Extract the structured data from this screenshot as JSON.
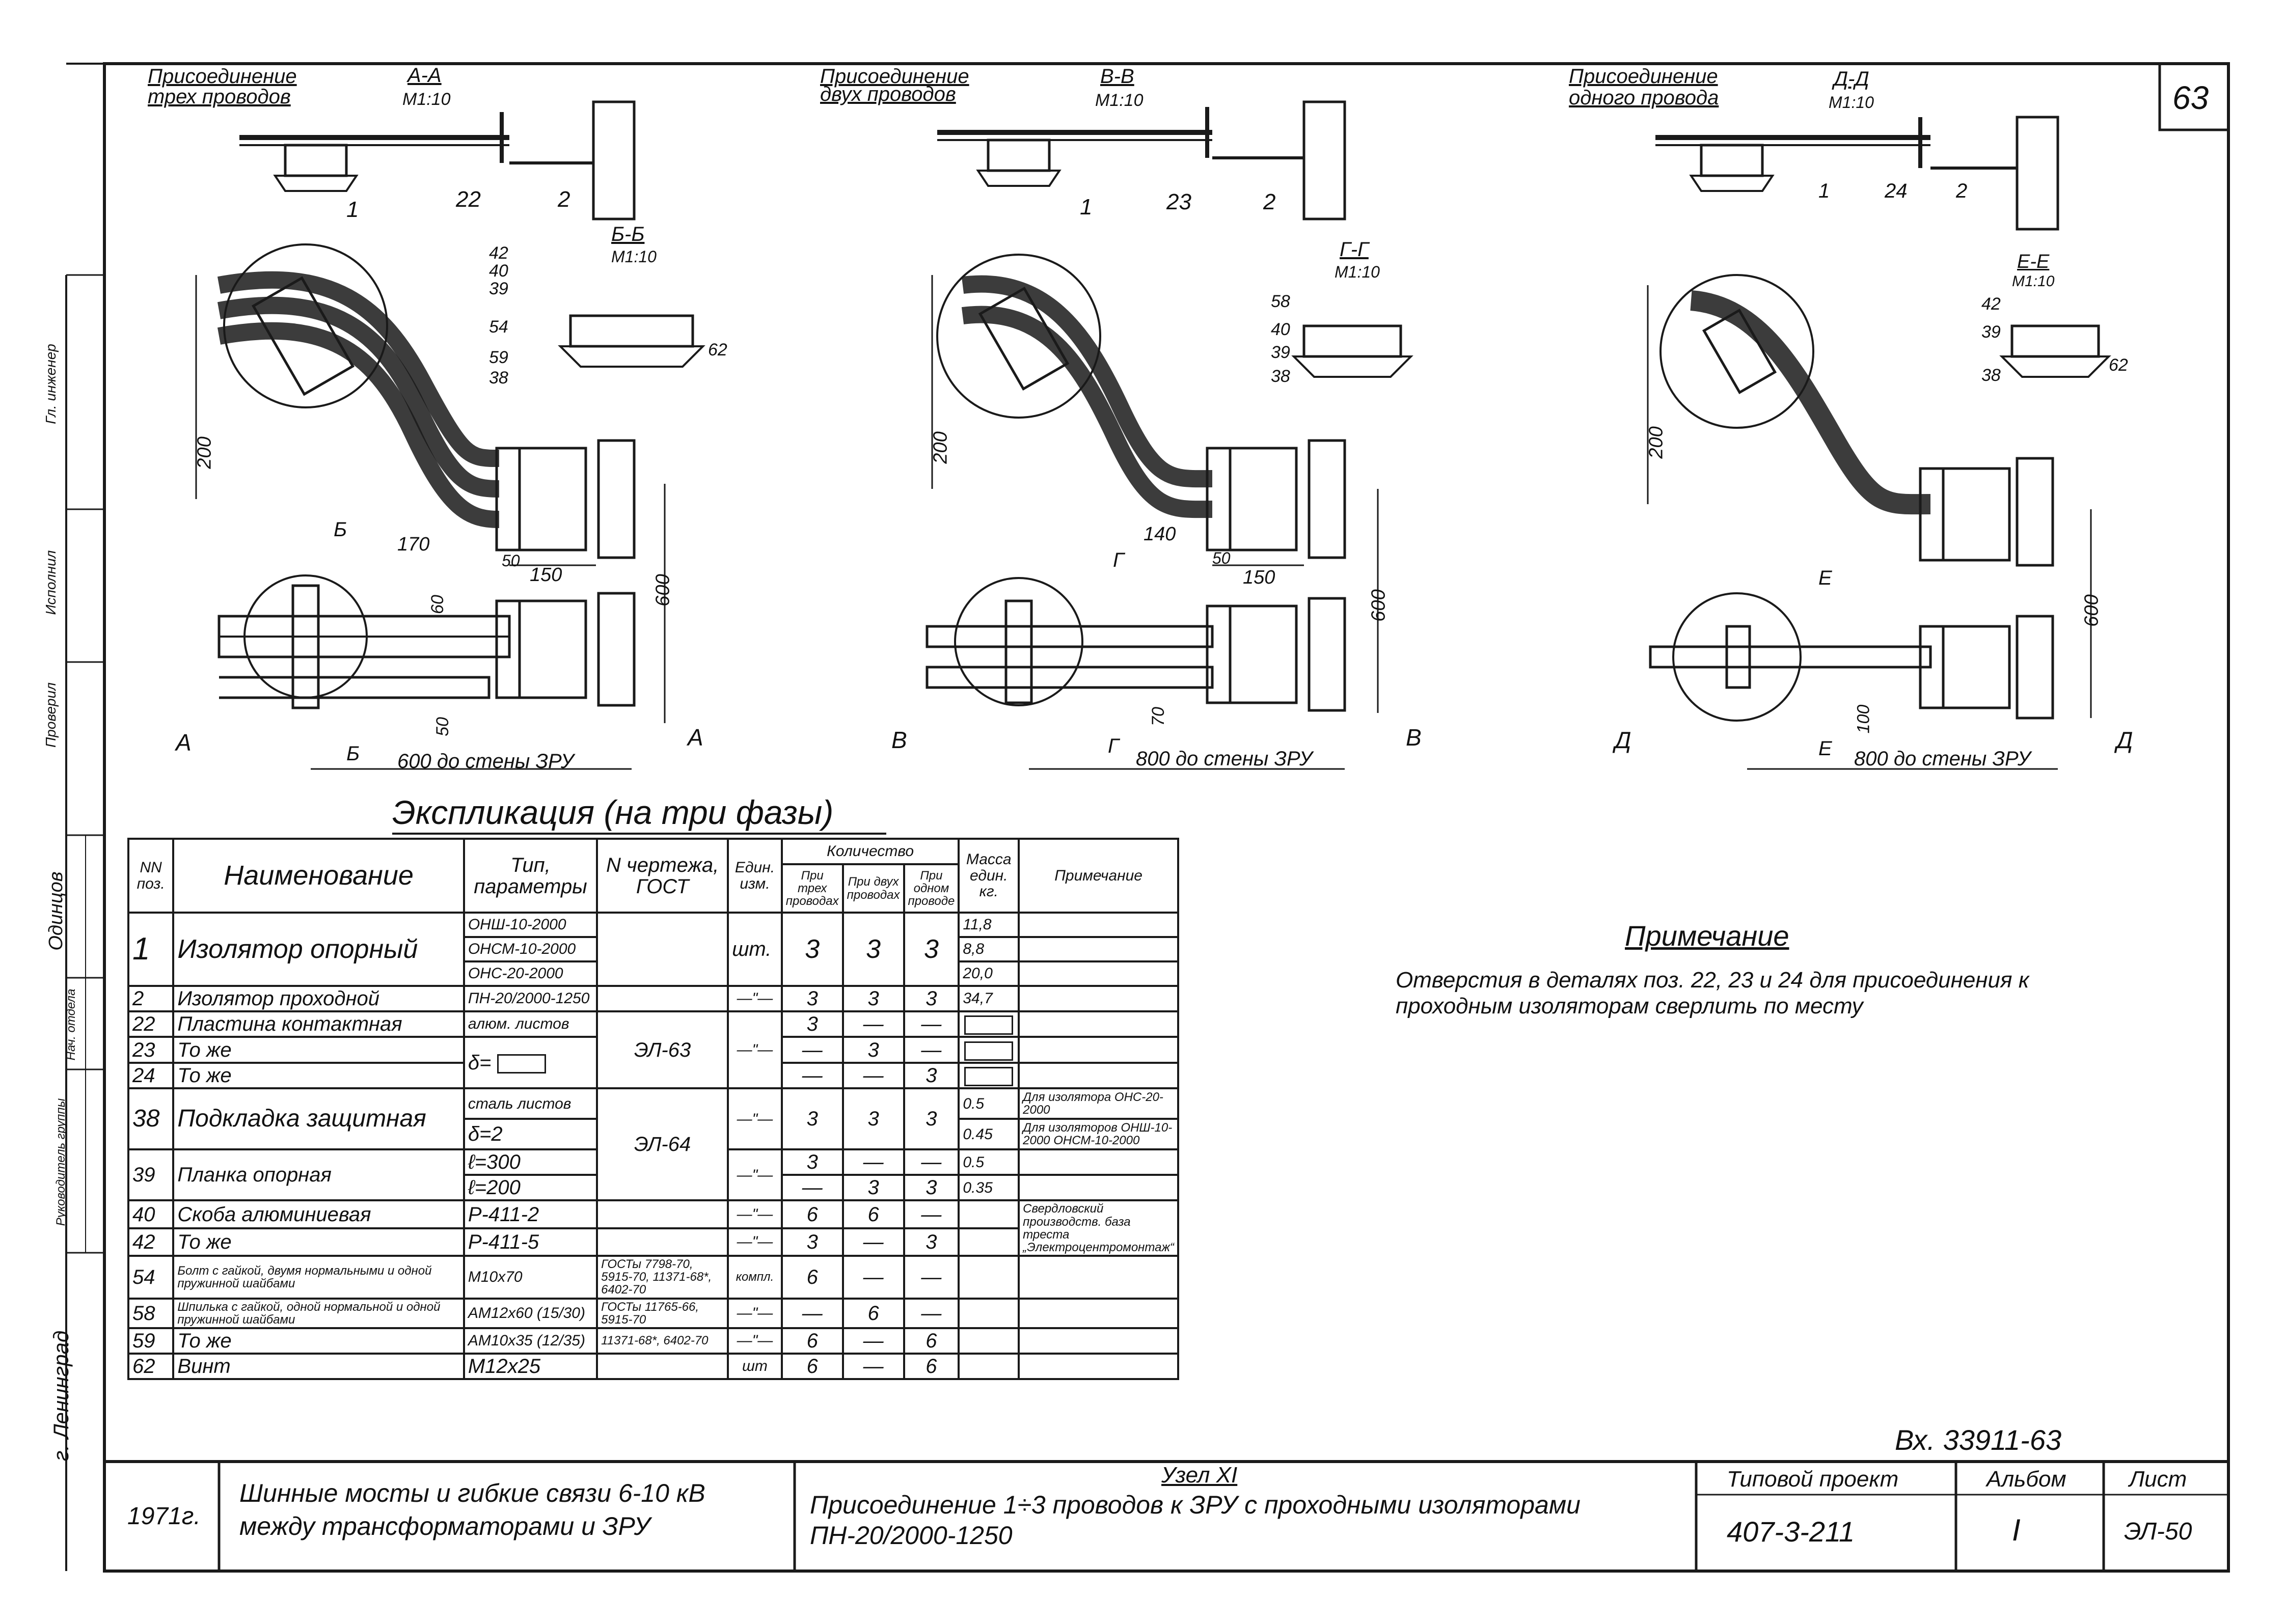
{
  "sheet_corner_number": "63",
  "views": [
    {
      "title_line1": "Присоединение",
      "title_line2": "трех проводов",
      "section": "А-А",
      "scale": "М1:10",
      "section2": "Б-Б",
      "scale2": "М1:10",
      "callouts_top": [
        "1",
        "22",
        "2"
      ],
      "callouts_mid": [
        "42",
        "40",
        "39",
        "54",
        "59",
        "38",
        "62"
      ],
      "dims": [
        "200",
        "170",
        "50",
        "150",
        "60",
        "600",
        "50"
      ],
      "corners": [
        "А",
        "А",
        "Б",
        "Б"
      ],
      "bottom_label": "600 до стены ЗРУ"
    },
    {
      "title_line1": "Присоединение",
      "title_line2": "двух проводов",
      "section": "В-В",
      "scale": "М1:10",
      "section2": "Г-Г",
      "scale2": "М1:10",
      "callouts_top": [
        "1",
        "23",
        "2"
      ],
      "callouts_mid": [
        "58",
        "40",
        "39",
        "38"
      ],
      "dims": [
        "200",
        "140",
        "50",
        "150",
        "600",
        "70"
      ],
      "corners": [
        "В",
        "В",
        "Г",
        "Г"
      ],
      "bottom_label": "800 до стены ЗРУ"
    },
    {
      "title_line1": "Присоединение",
      "title_line2": "одного провода",
      "section": "Д-Д",
      "scale": "М1:10",
      "section2": "Е-Е",
      "scale2": "М1:10",
      "callouts_top": [
        "1",
        "24",
        "2"
      ],
      "callouts_mid": [
        "42",
        "39",
        "38",
        "62"
      ],
      "dims": [
        "200",
        "600",
        "100"
      ],
      "corners": [
        "Д",
        "Д",
        "Е",
        "Е"
      ],
      "bottom_label": "800 до стены ЗРУ"
    }
  ],
  "explication": {
    "title": "Экспликация (на три фазы)",
    "headers": {
      "num": "NN поз.",
      "name": "Наименование",
      "type": "Тип, параметры",
      "drawing": "N чертежа, ГОСТ",
      "unit": "Един. изм.",
      "qty": "Количество",
      "qty3": "При трех проводах",
      "qty2": "При двух проводах",
      "qty1": "При одном проводе",
      "mass": "Масса един. кг.",
      "note": "Примечание"
    },
    "rows": [
      {
        "num": "1",
        "name": "Изолятор опорный",
        "types": [
          "ОНШ-10-2000",
          "ОНСМ-10-2000",
          "ОНС-20-2000"
        ],
        "drawing": "",
        "unit": "шт.",
        "q3": "3",
        "q2": "3",
        "q1": "3",
        "masses": [
          "11,8",
          "8,8",
          "20,0"
        ],
        "note": ""
      },
      {
        "num": "2",
        "name": "Изолятор проходной",
        "types": [
          "ПН-20/2000-1250"
        ],
        "drawing": "",
        "unit": "—\"—",
        "q3": "3",
        "q2": "3",
        "q1": "3",
        "masses": [
          "34,7"
        ],
        "note": ""
      },
      {
        "num": "22",
        "name": "Пластина контактная",
        "types": [
          "алюм. листов"
        ],
        "drawing": "ЭЛ-63",
        "unit": "—\"—",
        "q3": "3",
        "q2": "—",
        "q1": "—",
        "masses": [
          ""
        ],
        "note": ""
      },
      {
        "num": "23",
        "name": "То же",
        "types": [
          "δ="
        ],
        "drawing": "",
        "unit": "",
        "q3": "—",
        "q2": "3",
        "q1": "—",
        "masses": [
          ""
        ],
        "note": ""
      },
      {
        "num": "24",
        "name": "То же",
        "types": [
          ""
        ],
        "drawing": "",
        "unit": "",
        "q3": "—",
        "q2": "—",
        "q1": "3",
        "masses": [
          ""
        ],
        "note": ""
      },
      {
        "num": "38",
        "name": "Подкладка защитная",
        "types": [
          "сталь листов",
          "δ=2"
        ],
        "drawing": "ЭЛ-64",
        "unit": "—\"—",
        "q3": "3",
        "q2": "3",
        "q1": "3",
        "masses": [
          "0.5",
          "0.45"
        ],
        "notes": [
          "Для изолятора ОНС-20-2000",
          "Для изоляторов ОНШ-10-2000 ОНСМ-10-2000"
        ]
      },
      {
        "num": "39",
        "name": "Планка опорная",
        "types": [
          "ℓ=300",
          "ℓ=200"
        ],
        "drawing": "",
        "unit": "—\"—",
        "q3a": "3",
        "q2a": "—",
        "q1a": "—",
        "q3b": "—",
        "q2b": "3",
        "q1b": "3",
        "masses": [
          "0.5",
          "0.35"
        ],
        "note": ""
      },
      {
        "num": "40",
        "name": "Скоба алюминиевая",
        "types": [
          "Р-411-2"
        ],
        "drawing": "",
        "unit": "—\"—",
        "q3": "6",
        "q2": "6",
        "q1": "—",
        "masses": [
          ""
        ],
        "note": "Свердловский производств. база треста „Электроцентромонтаж“"
      },
      {
        "num": "42",
        "name": "То же",
        "types": [
          "Р-411-5"
        ],
        "drawing": "",
        "unit": "—\"—",
        "q3": "3",
        "q2": "—",
        "q1": "3",
        "masses": [
          ""
        ],
        "note": ""
      },
      {
        "num": "54",
        "name": "Болт с гайкой, двумя нормальными и одной пружинной шайбами",
        "types": [
          "М10х70"
        ],
        "drawing": "ГОСТы 7798-70, 5915-70, 11371-68*, 6402-70",
        "unit": "компл.",
        "q3": "6",
        "q2": "—",
        "q1": "—",
        "masses": [
          ""
        ],
        "note": ""
      },
      {
        "num": "58",
        "name": "Шпилька с гайкой, одной нормальной и одной пружинной шайбами",
        "types": [
          "АМ12х60 (15/30)"
        ],
        "drawing": "ГОСТы 11765-66, 5915-70",
        "unit": "—\"—",
        "q3": "—",
        "q2": "6",
        "q1": "—",
        "masses": [
          ""
        ],
        "note": ""
      },
      {
        "num": "59",
        "name": "То же",
        "types": [
          "АМ10х35 (12/35)"
        ],
        "drawing": "11371-68*, 6402-70",
        "unit": "—\"—",
        "q3": "6",
        "q2": "—",
        "q1": "6",
        "masses": [
          ""
        ],
        "note": ""
      },
      {
        "num": "62",
        "name": "Винт",
        "types": [
          "М12х25"
        ],
        "drawing": "",
        "unit": "шт",
        "q3": "6",
        "q2": "—",
        "q1": "6",
        "masses": [
          ""
        ],
        "note": ""
      }
    ]
  },
  "note": {
    "title": "Примечание",
    "text": "Отверстия в деталях поз. 22, 23 и 24 для присоединения к проходным изоляторам сверлить по месту"
  },
  "inv_number": "Вх. 33911-63",
  "title_block": {
    "year": "1971г.",
    "project_name": "Шинные мосты и гибкие связи 6-10 кВ между трансформаторами и ЗРУ",
    "node": "Узел XI",
    "description": "Присоединение 1÷3 проводов к ЗРУ с проходными изоляторами ПН-20/2000-1250",
    "typ_project_label": "Типовой проект",
    "typ_project_value": "407-3-211",
    "album_label": "Альбом",
    "album_value": "I",
    "sheet_label": "Лист",
    "sheet_value": "ЭЛ-50"
  },
  "side_stamp": {
    "city": "г. Ленинград",
    "roles": [
      "Проверил",
      "Нач. отдела",
      "Гл. инженер",
      "Исполнил",
      "Руководитель группы"
    ],
    "name": "Одинцов"
  }
}
